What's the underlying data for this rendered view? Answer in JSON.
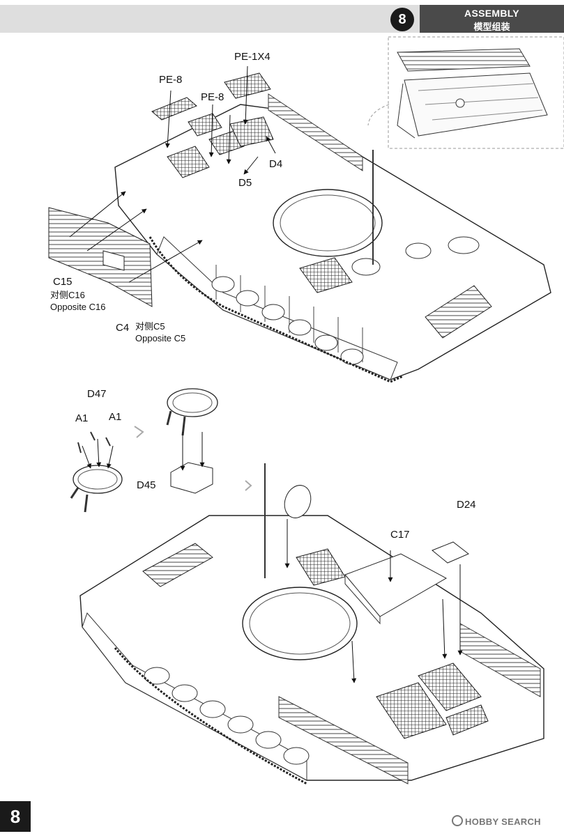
{
  "header": {
    "step_number": "8",
    "section_en": "ASSEMBLY",
    "section_zh": "模型组装"
  },
  "top_callouts": {
    "pe_1x4": "PE-1X4",
    "pe_8_left": "PE-8",
    "pe_8_right": "PE-8",
    "d4": "D4",
    "d5": "D5",
    "c15": "C15",
    "c15_opposite_zh": "对侧C16",
    "c15_opposite_en": "Opposite C16",
    "c4": "C4",
    "c4_opposite_zh": "对侧C5",
    "c4_opposite_en": "Opposite C5"
  },
  "bottom_callouts": {
    "d47": "D47",
    "a1_left": "A1",
    "a1_right": "A1",
    "d45": "D45",
    "d24": "D24",
    "c17": "C17"
  },
  "footer": {
    "page_number": "8",
    "watermark": "HOBBY SEARCH"
  }
}
